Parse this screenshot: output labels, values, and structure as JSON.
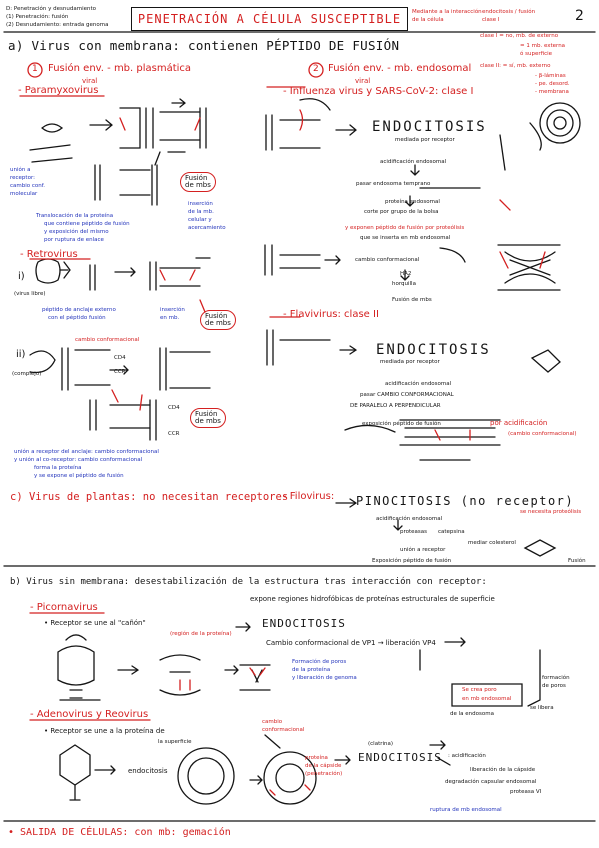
{
  "header": {
    "corner_lines": [
      "D: Penetración y desnudamiento",
      "(1) Penetración: fusión",
      "(2) Desnudamiento: entrada genoma"
    ],
    "title": "PENETRACIÓN A CÉLULA SUSCEPTIBLE",
    "side_note": [
      "Mediante a la interacción",
      "de la célula"
    ],
    "side_note2": [
      "endocitosis / fusión",
      "clase I"
    ],
    "page_number": "2"
  },
  "section_a": {
    "heading": "a) Virus con membrana: contienen PÉPTIDO DE FUSIÓN",
    "left": {
      "label_1": "1",
      "fusion_title": "Fusión env. - mb. plasmática",
      "fusion_sub": "viral",
      "paramyxo": "- Paramyxovirus",
      "receptor_note": [
        "unión a",
        "receptor:",
        "cambio conf.",
        "molecular"
      ],
      "fusion_box": [
        "Fusión",
        "de mbs"
      ],
      "fusion_note": [
        "inserción",
        "de la mb.",
        "celular y",
        "acercamiento"
      ],
      "transloc_note": [
        "Translocación de la proteína",
        "que contiene péptido de fusión",
        "y exposición del mismo",
        "por ruptura de enlace"
      ],
      "retro": "- Retrovirus",
      "i_label": "i)",
      "i_sub": "(virus libre)",
      "i_note": [
        "péptido de anclaje externo",
        "con el péptido fusión"
      ],
      "i_note2": [
        "inserción",
        "en mb."
      ],
      "fusion_box2": [
        "Fusión",
        "de mbs"
      ],
      "cambio_conf": "cambio conformacional",
      "ii_label": "ii)",
      "ii_sub": "(complejo)",
      "cd4": "CD4",
      "ccr": "CCR",
      "cd4_2": "CD4",
      "ccr_2": "CCR",
      "fusion_box3": [
        "Fusión",
        "de mbs"
      ],
      "retro_note": [
        "unión a receptor del anclaje: cambio conformacional",
        "y unión al co-receptor: cambio conformacional",
        "forma la proteína",
        "y se expone el péptido de fusión"
      ]
    },
    "right": {
      "label_2": "2",
      "fusion_title": "Fusión env. - mb. endosomal",
      "fusion_sub": "viral",
      "clase_notes": [
        "clase I = no, mb. de externo",
        "= 1 mb. externa",
        "ó superficie",
        "clase II: = sí, mb. externo",
        "- β-láminas",
        "- pe. desord.",
        "- membrana"
      ],
      "influenza": "- Influenza virus y SARS-CoV-2: clase I",
      "endocitosis": "ENDOCITOSIS",
      "endo_sub": "mediada por receptor",
      "acidif": "acidificación endosomal",
      "acid_sub": "pasar endosoma temprano",
      "prot_endo": "proteína endosomal",
      "corte": "corte por grupo de la bolsa",
      "exponen": "y exponen péptido de fusión por proteólisis",
      "corte2": "que se inserta en mb endosomal",
      "cambios": "cambio conformacional",
      "ha2": "HA2",
      "horquilla": "horquilla",
      "fusion_mbs": "Fusión de mbs",
      "flavivirus": "- Flavivirus: clase II",
      "endocitosis2": "ENDOCITOSIS",
      "endo2_sub": "mediada por receptor",
      "acidif2": "acidificación endosomal",
      "cambio_conf2": "pasar CAMBIO CONFORMACIONAL",
      "paralelo": "DE PARALELO A PERPENDICULAR",
      "exposicion": "exposición péptido de fusión",
      "acidificacion_red": "por acidificación",
      "cambio_red": "(cambio conformacional)",
      "filovirus": "- Filovirus:",
      "pinocitosis": "PINOCITOSIS (no receptor)",
      "pino_sub": "acidificación endosomal",
      "proteolisis_red": "se necesita proteólisis",
      "proteasas": "proteasas",
      "proteasas_sub": "catepsina",
      "proteasas_sub2": "mediar colesterol",
      "union_receptor": "unión a receptor",
      "exposicion2": "Exposición péptido de fusión",
      "fusion_lbl": "Fusión"
    }
  },
  "section_c": {
    "heading": "c) Virus de plantas: no necesitan receptores"
  },
  "section_b": {
    "heading": "b) Virus sin membrana: desestabilización de la estructura tras interacción con receptor:",
    "heading2": "expone regiones hidrofóbicas de proteínas estructurales de superficie",
    "picorna": "- Picornavirus",
    "picorna_note": "• Receptor se une al \"cañón\"",
    "picorna_note2": "(región de la proteína)",
    "endocitosis": "ENDOCITOSIS",
    "cambio_vp1": "Cambio conformacional de VP1 → liberación VP4",
    "vp_note": [
      "Formación de poros",
      "de la proteína",
      "y liberación de genoma"
    ],
    "formacion": [
      "formación",
      "de poros"
    ],
    "vp_red": [
      "Se crea poro",
      "en mb endosomal"
    ],
    "se_libera": "se libera",
    "se_libera2": "de la endosoma",
    "adeno": "- Adenovirus y Reovirus",
    "adeno_note": "• Receptor se une a la proteína de",
    "adeno_note2": "la superficie",
    "cambio_conf": [
      "cambio",
      "conformacional"
    ],
    "endocitosis2": "ENDOCITOSIS",
    "clatrina": "(clatrina)",
    "acidif": ": acidificación",
    "despues": "liberación de la cápside",
    "degradacion": "degradación capsular endosomal",
    "proteasa": "proteasa VI",
    "ruptura": "ruptura de mb endosomal",
    "endo_small": "endocitosis",
    "proteinas_red": [
      "proteína",
      "de la cápside",
      "(penetración)"
    ]
  },
  "footer": {
    "salida": "• SALIDA DE CÉLULAS: con mb: gemación"
  }
}
